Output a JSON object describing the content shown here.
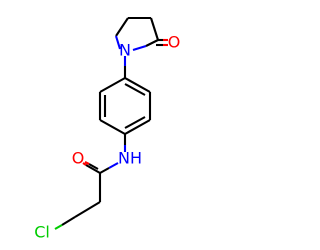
{
  "molecule": {
    "atoms": {
      "n_pyrrolidinone": "N",
      "o_carbonyl_ring": "O",
      "n_amide": "NH",
      "o_amide": "O",
      "cl": "Cl"
    },
    "colors": {
      "carbon_bond": "#000000",
      "nitrogen": "#0000ff",
      "oxygen": "#ff0000",
      "chlorine": "#00cc00",
      "background": "#ffffff"
    }
  }
}
